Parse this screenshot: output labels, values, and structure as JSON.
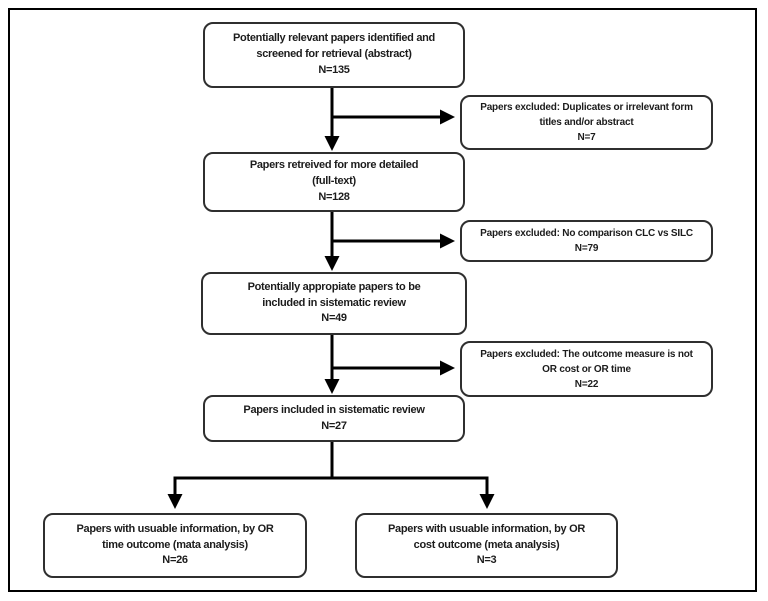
{
  "figure": {
    "type": "flow-diagram",
    "description": "Study selection flow chart for a systematic review"
  },
  "colors": {
    "line": "#000000",
    "box_border": "#2f2f2f",
    "text": "#1c1c1c",
    "background": "#ffffff"
  },
  "flowchart": {
    "main_boxes": [
      {
        "name": "identified",
        "n": 135,
        "text": "Potentially relevant papers identified and\nscreened for retrieval (abstract)\nN=135"
      },
      {
        "name": "retrieved",
        "n": 128,
        "text": "Papers retreived for more detailed\n(full-text)\nN=128"
      },
      {
        "name": "appropriate",
        "n": 49,
        "text": "Potentially appropiate papers to be\nincluded in sistematic review\nN=49"
      },
      {
        "name": "included",
        "n": 27,
        "text": "Papers included in sistematic review\nN=27"
      }
    ],
    "exclusion_boxes": [
      {
        "name": "excluded-duplicates",
        "n": 7,
        "text": "Papers excluded: Duplicates or irrelevant form\ntitles and/or abstract\nN=7"
      },
      {
        "name": "excluded-no-comparison",
        "n": 79,
        "text": "Papers excluded: No comparison CLC vs SILC\nN=79"
      },
      {
        "name": "excluded-outcome-measure",
        "n": 22,
        "text": "Papers excluded: The outcome measure is not\nOR cost or OR time\nN=22"
      }
    ],
    "outcome_boxes": [
      {
        "name": "or-time-outcome",
        "n": 26,
        "text": "Papers with usuable information, by OR\ntime outcome (mata analysis)\nN=26"
      },
      {
        "name": "or-cost-outcome",
        "n": 3,
        "text": "Papers with usuable information, by OR\ncost outcome (meta analysis)\nN=3"
      }
    ]
  }
}
